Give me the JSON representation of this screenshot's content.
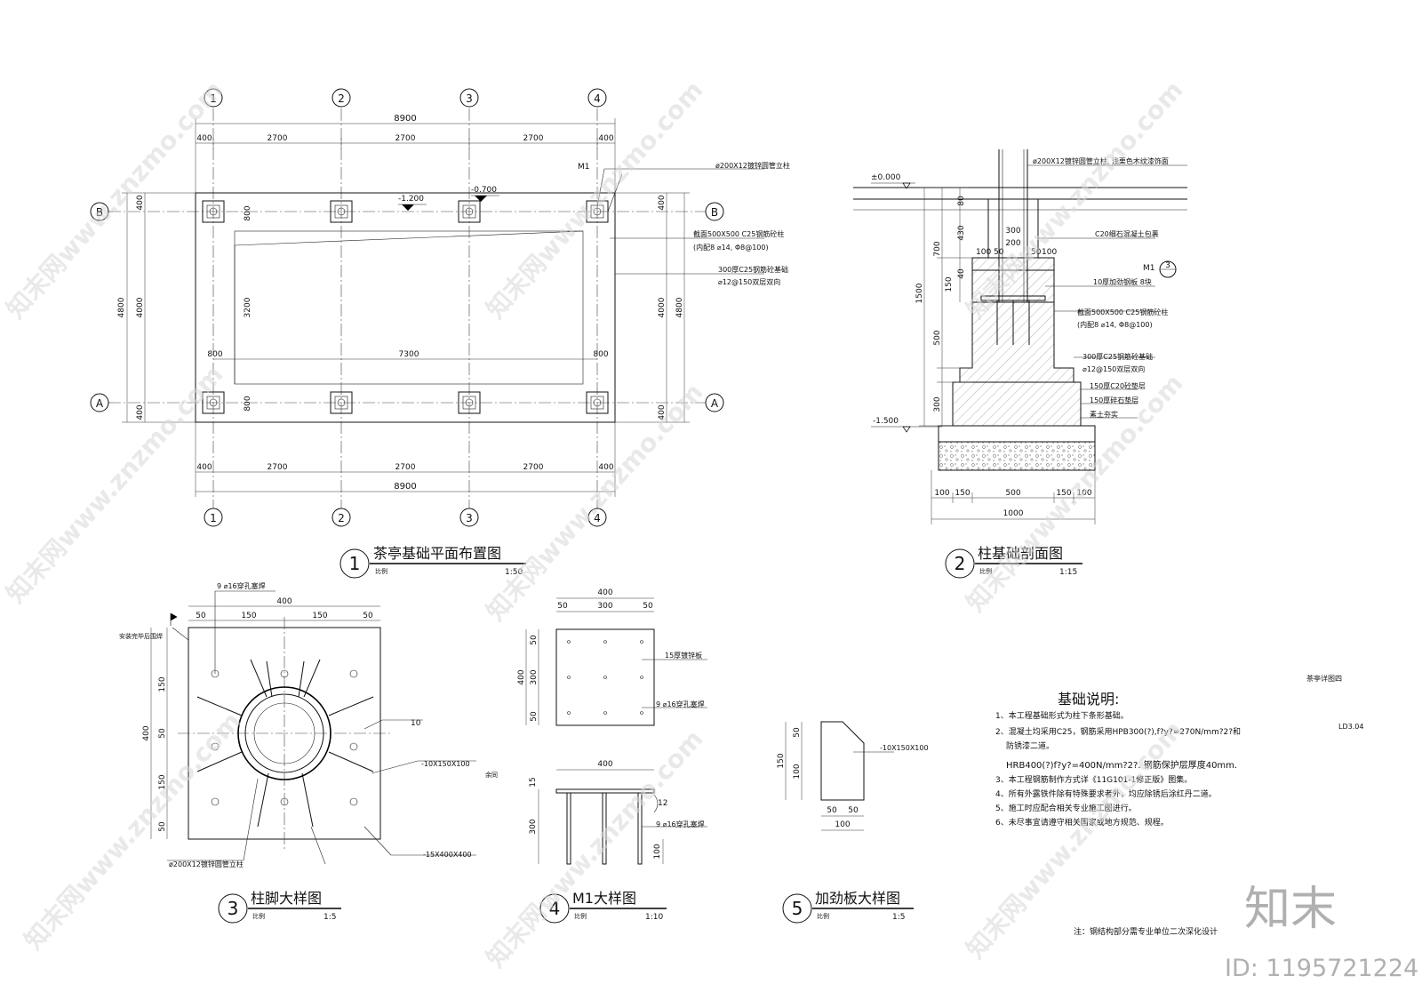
{
  "axes": {
    "cols": [
      "1",
      "2",
      "3",
      "4"
    ],
    "rows": [
      "A",
      "B"
    ]
  },
  "plan": {
    "dims_top_total": "8900",
    "dims_top": [
      "400",
      "2700",
      "2700",
      "2700",
      "400"
    ],
    "dims_bottom": [
      "400",
      "2700",
      "2700",
      "2700",
      "400"
    ],
    "dims_bottom_total": "8900",
    "dims_left_total": "4800",
    "dims_left_inner": "4000",
    "dims_left_top": "400",
    "dims_left_bottom": "400",
    "dims_right_total": "4800",
    "dims_right_inner": "4000",
    "dims_right_top": "400",
    "dims_right_bottom": "400",
    "inner_800_tl": "800",
    "inner_800_bl": "800",
    "inner_3200": "3200",
    "inner_800_left": "800",
    "inner_7300": "7300",
    "inner_800_right": "800",
    "level_1": "-1.200",
    "level_2": "-0.700",
    "tag_m1": "M1",
    "note_pipe": "ø200X12镀锌圆管立柱",
    "note_col_1": "截面500X500 C25钢筋砼柱",
    "note_col_2": "(内配8 ⌀14, Φ8@100)",
    "note_slab_1": "300厚C25钢筋砼基础",
    "note_slab_2": "⌀12@150双层双向"
  },
  "section": {
    "level_top": "±0.000",
    "level_bottom": "-1.500",
    "note_pipe": "ø200X12镀锌圆管立柱, 浅栗色木纹漆饰面",
    "note_c20": "C20细石混凝土包裹",
    "m1_tag": "M1",
    "m1_ref": "3",
    "note_plate": "10厚加劲钢板 8块",
    "note_col_1": "截面500X500 C25钢筋砼柱",
    "note_col_2": "(内配8 ⌀14, Φ8@100)",
    "note_slab_1": "300厚C25钢筋砼基础",
    "note_slab_2": "⌀12@150双层双向",
    "note_pad": "150厚C20砼垫层",
    "note_gravel": "150厚碎石垫层",
    "note_soil": "素土夯实",
    "vdims": [
      "80",
      "430",
      "700",
      "40",
      "150",
      "1500",
      "500",
      "300"
    ],
    "hdims_top_1": "300",
    "hdims_top_2": "200",
    "hdims_top_3": "100",
    "hdims_top_4": "50",
    "hdims_top_5": "50",
    "hdims_top_6": "100",
    "hdims_bottom": [
      "100",
      "150",
      "500",
      "150",
      "100"
    ],
    "hdims_total": "1000"
  },
  "titles": [
    {
      "num": "1",
      "name": "茶亭基础平面布置图",
      "scale_label": "比例",
      "scale": "1:50"
    },
    {
      "num": "2",
      "name": "柱基础剖面图",
      "scale_label": "比例",
      "scale": "1:15"
    },
    {
      "num": "3",
      "name": "柱脚大样图",
      "scale_label": "比例",
      "scale": "1:5"
    },
    {
      "num": "4",
      "name": "M1大样图",
      "scale_label": "比例",
      "scale": "1:10"
    },
    {
      "num": "5",
      "name": "加劲板大样图",
      "scale_label": "比例",
      "scale": "1:5"
    }
  ],
  "footing": {
    "note_bolt": "9 ⌀16穿孔塞焊",
    "note_weld": "安装完毕后围焊",
    "dim_top_total": "400",
    "dims_top": [
      "50",
      "150",
      "150",
      "50"
    ],
    "dim_left_total": "400",
    "dims_left": [
      "150",
      "50",
      "150",
      "50"
    ],
    "tag_10": "10",
    "note_stiff": "-10X150X100",
    "note_same": "余同",
    "note_pipe": "ø200X12镀锌圆管立柱",
    "note_base": "-15X400X400"
  },
  "m1": {
    "dim_top": "400",
    "dims_top": [
      "50",
      "300",
      "50"
    ],
    "dim_left": "400",
    "dims_left": [
      "50",
      "300",
      "50"
    ],
    "note_plate": "15厚镀锌板",
    "note_bolt": "9 ⌀16穿孔塞焊",
    "dim_elev_top": "400",
    "dim_15": "15",
    "dim_300": "300",
    "dim_100": "100",
    "tag_12": "12",
    "note_bolt2": "9 ⌀16穿孔塞焊"
  },
  "stiffener": {
    "dim_50": "50",
    "dim_100": "100",
    "dim_150": "150",
    "dim_b1": "50",
    "dim_b2": "50",
    "dim_b_total": "100",
    "note": "-10X150X100"
  },
  "notes": {
    "drawing_name": "茶亭详图四",
    "sheet_no": "LD3.04",
    "title": "基础说明:",
    "items": [
      "1、本工程基础形式为柱下条形基础。",
      "2、混凝土均采用C25，钢筋采用HPB300(?),f?y?=270N/mm?2?和",
      "防锈漆二道。",
      "HRB400(?)f?y?=400N/mm?2?. 钢筋保护层厚度40mm.",
      "3、本工程钢筋制作方式详《11G101-1修正版》图集。",
      "4、所有外露铁件除有特殊要求者外，均应除锈后涂红丹二道。",
      "5、施工时应配合相关专业施工图进行。",
      "6、未尽事宜请遵守相关国家或地方规范、规程。"
    ],
    "bottom_note": "注：钢结构部分需专业单位二次深化设计"
  },
  "watermark": {
    "text": "知末网www.znzmo.com",
    "logo": "知末",
    "id": "ID: 1195721224"
  }
}
